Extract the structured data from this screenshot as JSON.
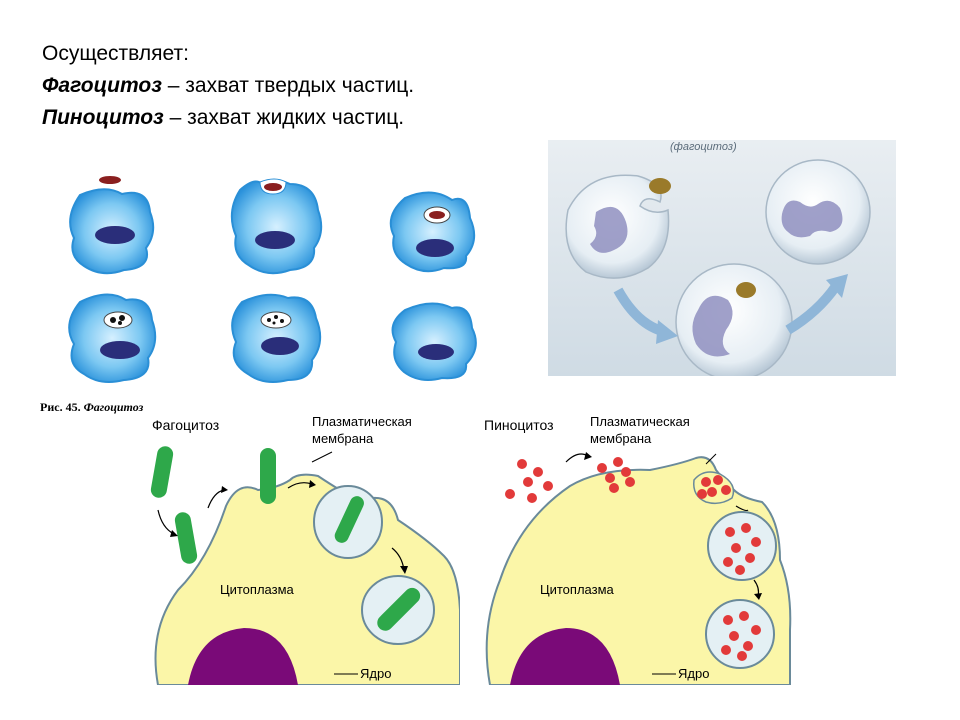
{
  "heading": {
    "line1": "Осуществляет:",
    "line2_term": "Фагоцитоз",
    "line2_rest": " – захват твердых частиц.",
    "line3_term": "Пиноцитоз",
    "line3_rest": " – захват жидких частиц."
  },
  "caption": {
    "number": "Рис. 45.",
    "title": "Фагоцитоз"
  },
  "photo": {
    "label": "(фагоцитоз)"
  },
  "phagocytosis_diagram": {
    "title": "Фагоцитоз",
    "membrane_label_1": "Плазматическая",
    "membrane_label_2": "мембрана",
    "cytoplasm_label": "Цитоплазма",
    "nucleus_label": "Ядро"
  },
  "pinocytosis_diagram": {
    "title": "Пиноцитоз",
    "membrane_label_1": "Плазматическая",
    "membrane_label_2": "мембрана",
    "cytoplasm_label": "Цитоплазма",
    "nucleus_label": "Ядро"
  },
  "colors": {
    "cell_blue": "#3aa8e6",
    "nucleus_navy": "#2a2e7a",
    "cytoplasm_yellow": "#fbf6a8",
    "nucleus_purple": "#7a0a78",
    "bacteria_green": "#2ea84a",
    "droplet_red": "#e23a3a"
  }
}
